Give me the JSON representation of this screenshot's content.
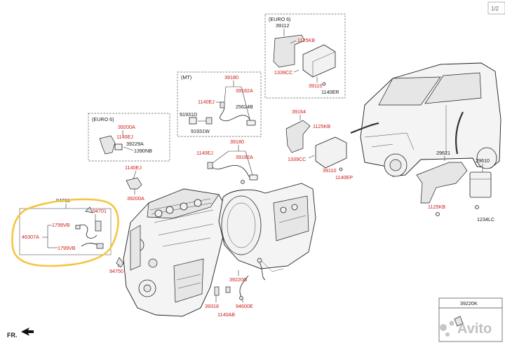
{
  "page_number": "1/2",
  "front_marker": "FR.",
  "watermark": "Avito",
  "groups": {
    "euro6_top": {
      "title": "(EURO 6)",
      "code": "39112"
    },
    "euro6_left": {
      "title": "(EURO 6)"
    },
    "mt": {
      "title": "(MT)"
    },
    "sensor_assembly": {
      "code": "94760"
    },
    "legend_box": {
      "code": "39220K"
    }
  },
  "labels": {
    "l39112": "39112",
    "l1125kb_a": "1125KB",
    "l1339cc_a": "1339CC",
    "l39110_a": "39110",
    "l1140er": "1140ER",
    "l39180_a": "39180",
    "l39182a_a": "39182A",
    "l1140ej_a": "1140EJ",
    "l25624b": "25624B",
    "l91931d": "91931D",
    "l91931w": "91931W",
    "l39180_b": "39180",
    "l39182a_b": "39182A",
    "l1140ej_b": "1140EJ",
    "l39200a_a": "39200A",
    "l1140ej_c": "1140EJ",
    "l39229a": "39229A",
    "l1390nb": "1390NB",
    "l1140ej_d": "1140EJ",
    "l39200a_b": "39200A",
    "l39164": "39164",
    "l1125kb_b": "1125KB",
    "l1339cc_b": "1339CC",
    "l39110_b": "39110",
    "l1140ep": "1140EP",
    "l29621": "29621",
    "l29610": "29610",
    "l1125kb_c": "1125KB",
    "l1234lc": "1234LC",
    "l94760": "94760",
    "l94701": "94701",
    "l1799vb_a": "1799VB",
    "l46307a": "46307A",
    "l1799vb_b": "1799VB",
    "l94750": "94750",
    "l39220g": "39220G",
    "l39318": "39318",
    "l1140ab": "1140AB",
    "l94600e": "94600E",
    "l39220k": "39220K"
  },
  "colors": {
    "part_number": "#d01818",
    "reference": "#1a1a1a",
    "highlight": "#f5c542"
  }
}
